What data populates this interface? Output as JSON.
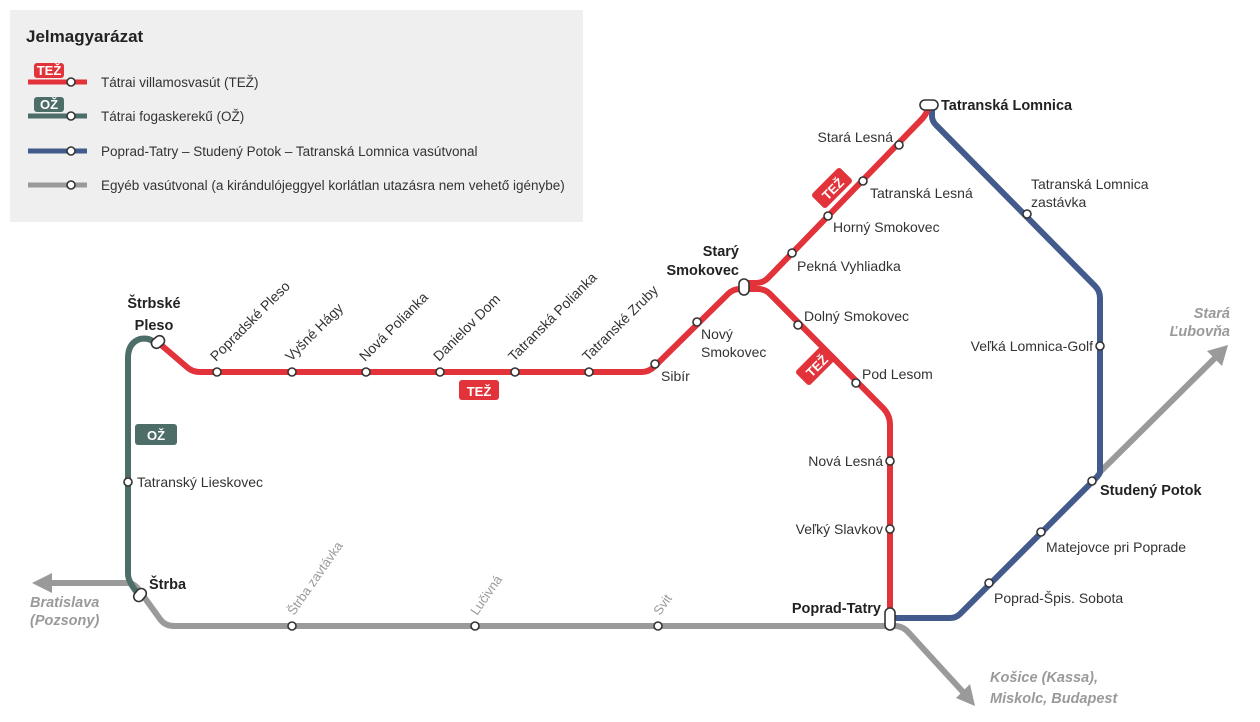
{
  "legend": {
    "title": "Jelmagyarázat",
    "items": [
      {
        "badge": "TEŽ",
        "label": "Tátrai villamosvasút (TEŽ)",
        "color": "#e2323a"
      },
      {
        "badge": "OŽ",
        "label": "Tátrai fogaskerekű (OŽ)",
        "color": "#4d6e68"
      },
      {
        "label": "Poprad-Tatry – Studený Potok – Tatranská Lomnica vasútvonal",
        "color": "#435a8c"
      },
      {
        "label": "Egyéb vasútvonal (a kirándulójeggyel korlátlan utazásra  nem vehető  igénybe)",
        "color": "#9a9a9a"
      }
    ]
  },
  "badges": {
    "tez": "TEŽ",
    "oz": "OŽ"
  },
  "stations": {
    "strbske_pleso": "Štrbské Pleso",
    "strbske_pleso_1": "Štrbské",
    "strbske_pleso_2": "Pleso",
    "popradske_pleso": "Popradské Pleso",
    "vysne_hagy": "Vyšné Hágy",
    "nova_polianka": "Nová Polianka",
    "danielov_dom": "Danielov Dom",
    "tatranska_polianka": "Tatranská Polianka",
    "tatranske_zruby": "Tatranské Zruby",
    "sibir": "Sibír",
    "novy_smokovec_1": "Nový",
    "novy_smokovec_2": "Smokovec",
    "stary_smokovec_1": "Starý",
    "stary_smokovec_2": "Smokovec",
    "pekna_vyhliadka": "Pekná Vyhliadka",
    "horny_smokovec": "Horný Smokovec",
    "tatranska_lesna": "Tatranská Lesná",
    "stara_lesna": "Stará Lesná",
    "tatranska_lomnica": "Tatranská Lomnica",
    "dolny_smokovec": "Dolný Smokovec",
    "pod_lesom": "Pod Lesom",
    "nova_lesna": "Nová Lesná",
    "velky_slavkov": "Veľký Slavkov",
    "poprad_tatry": "Poprad-Tatry",
    "tl_zastavka_1": "Tatranská Lomnica",
    "tl_zastavka_2": "zastávka",
    "velka_lomnica_golf": "Veľká Lomnica-Golf",
    "studeny_potok": "Studený Potok",
    "matejovce": "Matejovce pri Poprade",
    "spis_sobota": "Poprad-Špis. Sobota",
    "tatransky_lieskovec": "Tatranský Lieskovec",
    "strba": "Štrba",
    "strba_zastavka": "Štrba zavtávka",
    "lucivna": "Lučivná",
    "svit": "Svit"
  },
  "destinations": {
    "bratislava_1": "Bratislava",
    "bratislava_2": "(Pozsony)",
    "kosice_1": "Košice (Kassa),",
    "kosice_2": "Miskolc, Budapest",
    "stara_lubovna_1": "Stará",
    "stara_lubovna_2": "Ľubovňa"
  }
}
